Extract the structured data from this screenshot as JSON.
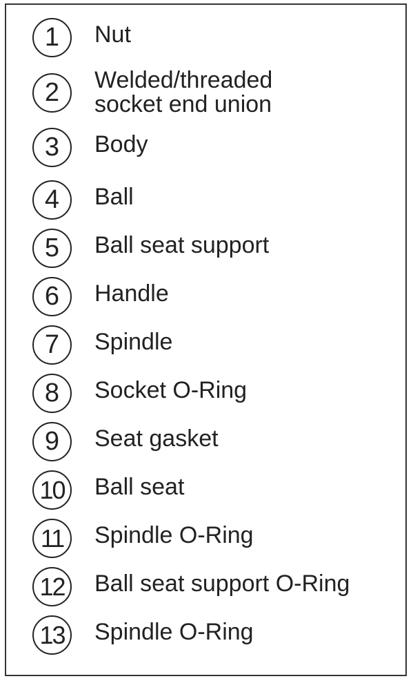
{
  "legend": {
    "items": [
      {
        "number": "1",
        "label": "Nut"
      },
      {
        "number": "2",
        "label": "Welded/threaded",
        "label_line2": "socket end union"
      },
      {
        "number": "3",
        "label": "Body"
      },
      {
        "number": "4",
        "label": "Ball"
      },
      {
        "number": "5",
        "label": "Ball seat support"
      },
      {
        "number": "6",
        "label": "Handle"
      },
      {
        "number": "7",
        "label": "Spindle"
      },
      {
        "number": "8",
        "label": "Socket O-Ring"
      },
      {
        "number": "9",
        "label": "Seat gasket"
      },
      {
        "number": "10",
        "label": "Ball seat"
      },
      {
        "number": "11",
        "label": "Spindle O-Ring"
      },
      {
        "number": "12",
        "label": "Ball seat support O-Ring"
      },
      {
        "number": "13",
        "label": "Spindle O-Ring"
      }
    ]
  }
}
